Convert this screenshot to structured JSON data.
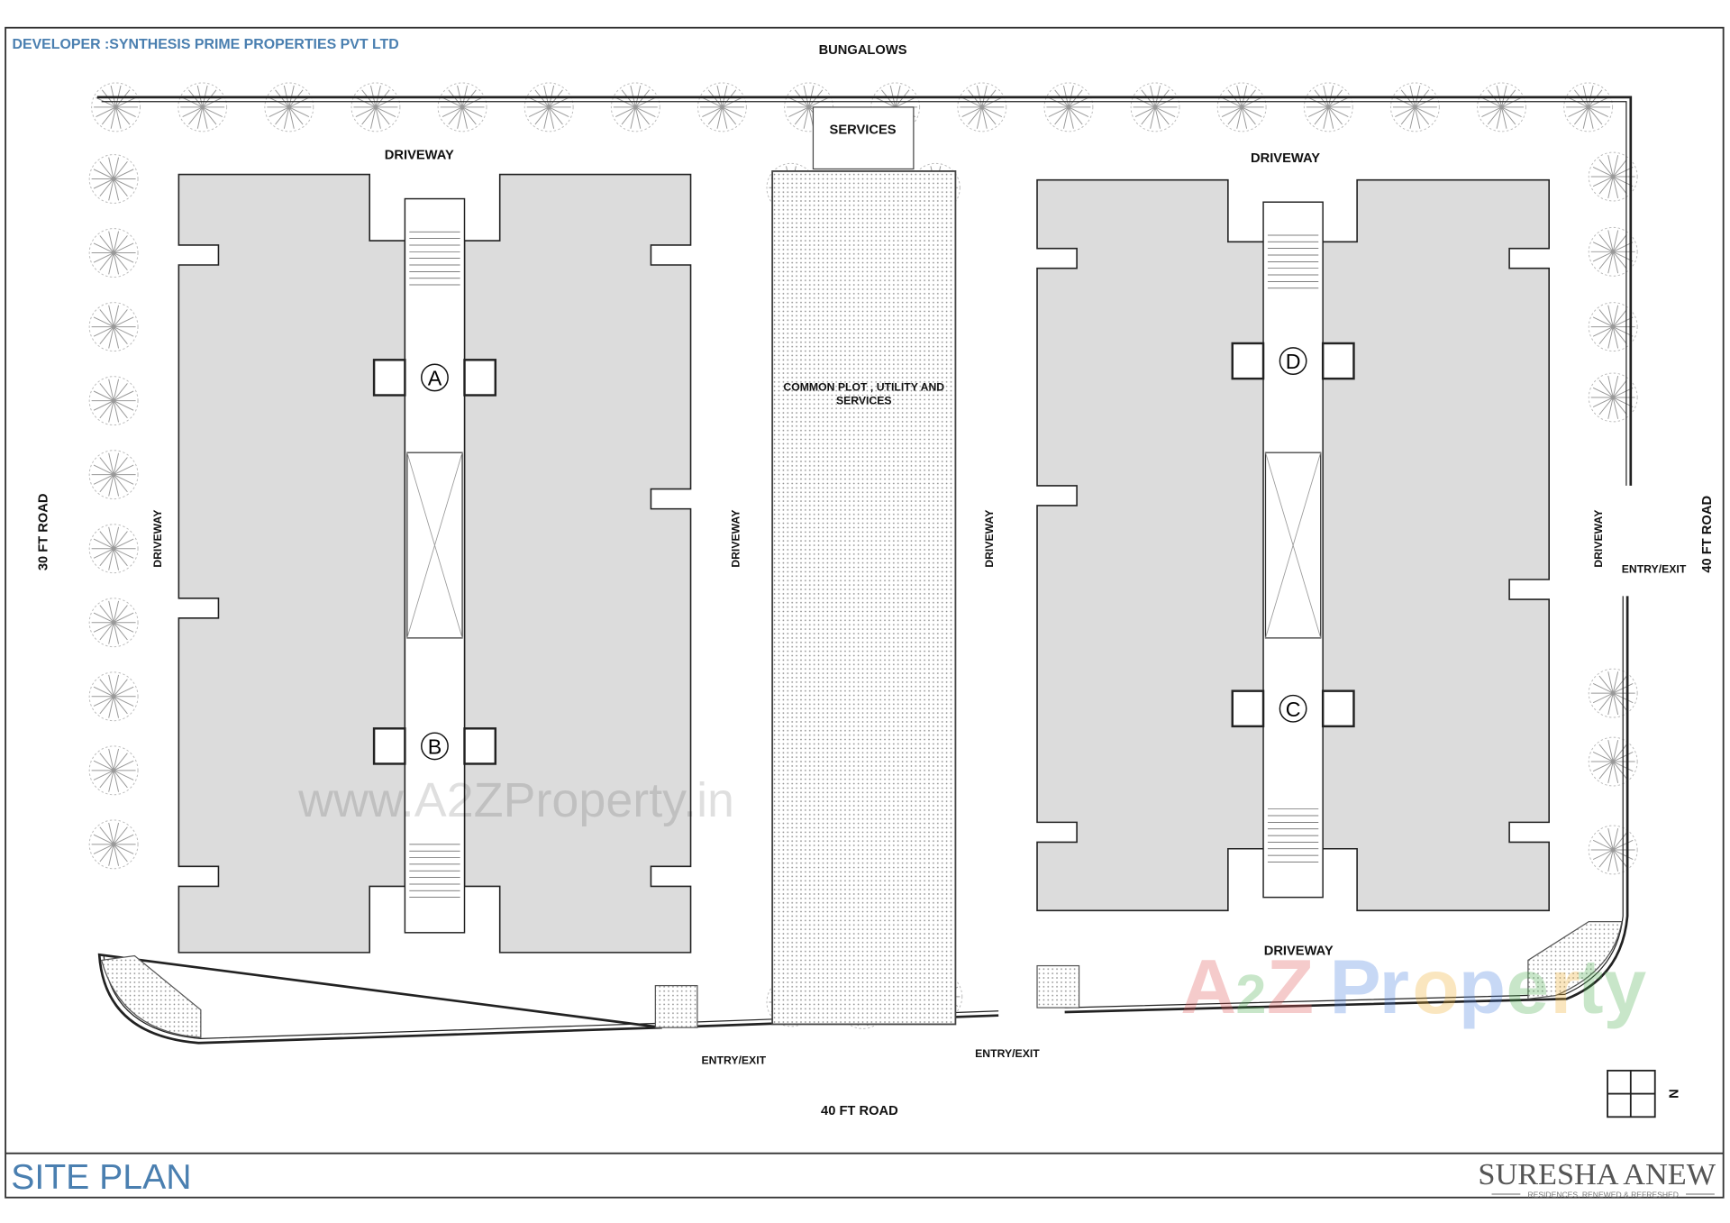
{
  "header": {
    "developer": "DEVELOPER :SYNTHESIS PRIME PROPERTIES PVT LTD"
  },
  "labels": {
    "north_side": "BUNGALOWS",
    "services": "SERVICES",
    "driveway": "DRIVEWAY",
    "common_plot_line1": "COMMON PLOT , UTILITY  AND",
    "common_plot_line2": "SERVICES",
    "west_road": "30 FT ROAD",
    "east_road": "40 FT ROAD",
    "south_road": "40 FT  ROAD",
    "entry_exit": "ENTRY/EXIT"
  },
  "towers": [
    "A",
    "B",
    "C",
    "D"
  ],
  "north_symbol": "N",
  "footer": {
    "title": "SITE PLAN",
    "brand_logo": "SURESHA ANEW",
    "brand_tagline": "RESIDENCES, RENEWED & REFRESHED"
  },
  "watermarks": {
    "url": "www.A2ZProperty.in",
    "logo": "A2Z Property"
  },
  "colors": {
    "title_blue": "#4a7fb0",
    "building_fill": "#dcdcdc",
    "line": "#222222"
  }
}
